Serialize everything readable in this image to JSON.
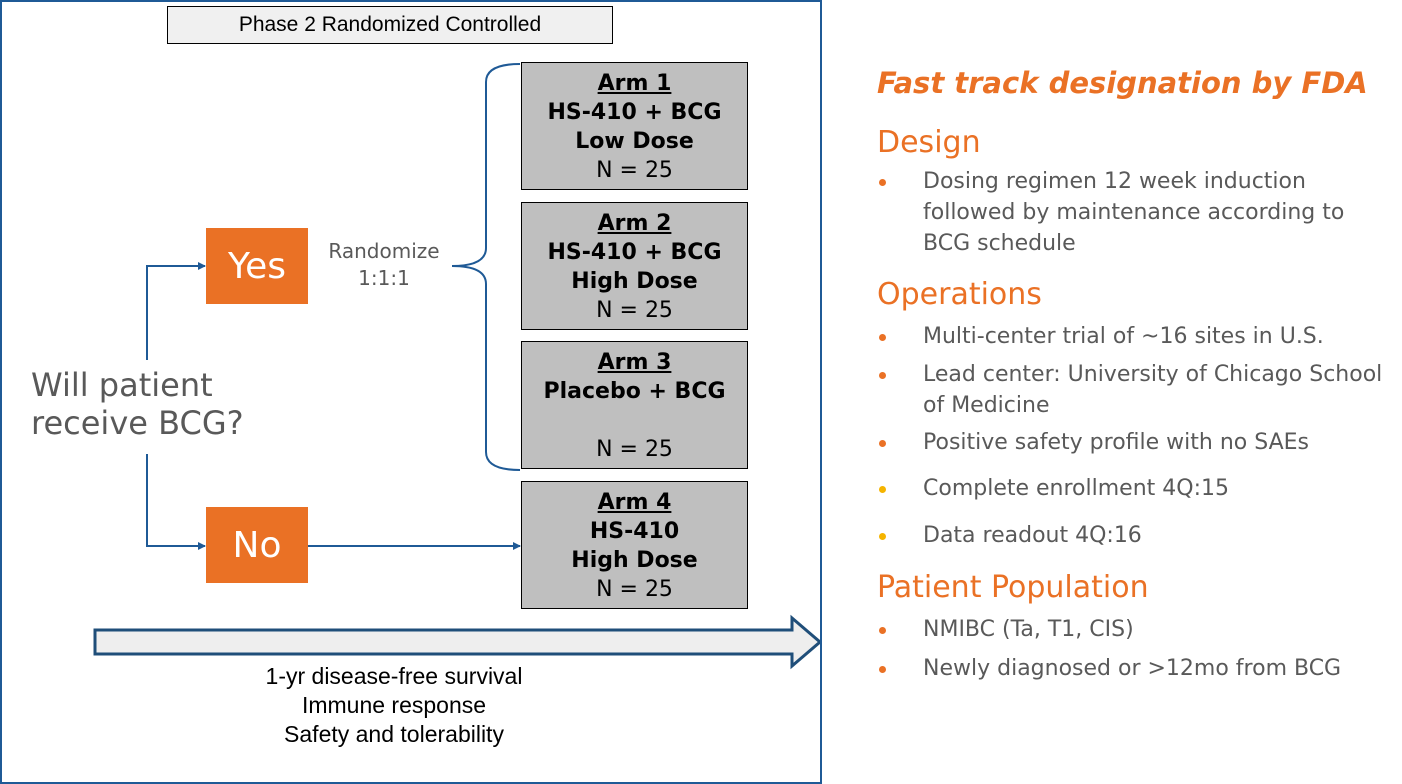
{
  "diagram": {
    "title": "Phase 2 Randomized Controlled",
    "question": [
      "Will patient",
      "receive BCG?"
    ],
    "yes_label": "Yes",
    "no_label": "No",
    "randomize": [
      "Randomize",
      "1:1:1"
    ],
    "arms": [
      {
        "title": "Arm 1",
        "lines": [
          "HS-410 + BCG",
          "Low Dose"
        ],
        "n": "N = 25"
      },
      {
        "title": "Arm 2",
        "lines": [
          "HS-410 + BCG",
          "High Dose"
        ],
        "n": "N = 25"
      },
      {
        "title": "Arm 3",
        "lines": [
          "Placebo + BCG",
          ""
        ],
        "n": "N = 25"
      },
      {
        "title": "Arm 4",
        "lines": [
          "HS-410",
          "High Dose"
        ],
        "n": "N = 25"
      }
    ],
    "outcomes": [
      "1-yr disease-free survival",
      "Immune response",
      "Safety and tolerability"
    ]
  },
  "right": {
    "fast_track": "Fast track designation by FDA",
    "sections": [
      {
        "heading": "Design",
        "bullets": [
          {
            "text": "Dosing regimen 12 week induction followed by maintenance according to BCG schedule",
            "color": "#ea7125"
          }
        ]
      },
      {
        "heading": "Operations",
        "bullets": [
          {
            "text": "Multi-center trial of ~16 sites in U.S.",
            "color": "#ea7125"
          },
          {
            "text": "Lead center: University of Chicago School of Medicine",
            "color": "#ea7125"
          },
          {
            "text": "Positive safety profile with no SAEs",
            "color": "#ea7125"
          },
          {
            "text": "Complete enrollment 4Q:15",
            "color": "#f5b400"
          },
          {
            "text": "Data readout 4Q:16",
            "color": "#f5b400"
          }
        ]
      },
      {
        "heading": "Patient Population",
        "bullets": [
          {
            "text": "NMIBC (Ta, T1, CIS)",
            "color": "#ea7125"
          },
          {
            "text": "Newly diagnosed or >12mo from BCG",
            "color": "#ea7125"
          }
        ]
      }
    ]
  },
  "colors": {
    "accent": "#ea7125",
    "border": "#1f5a96",
    "arm_fill": "#bfbfbf",
    "text_gray": "#595959"
  }
}
